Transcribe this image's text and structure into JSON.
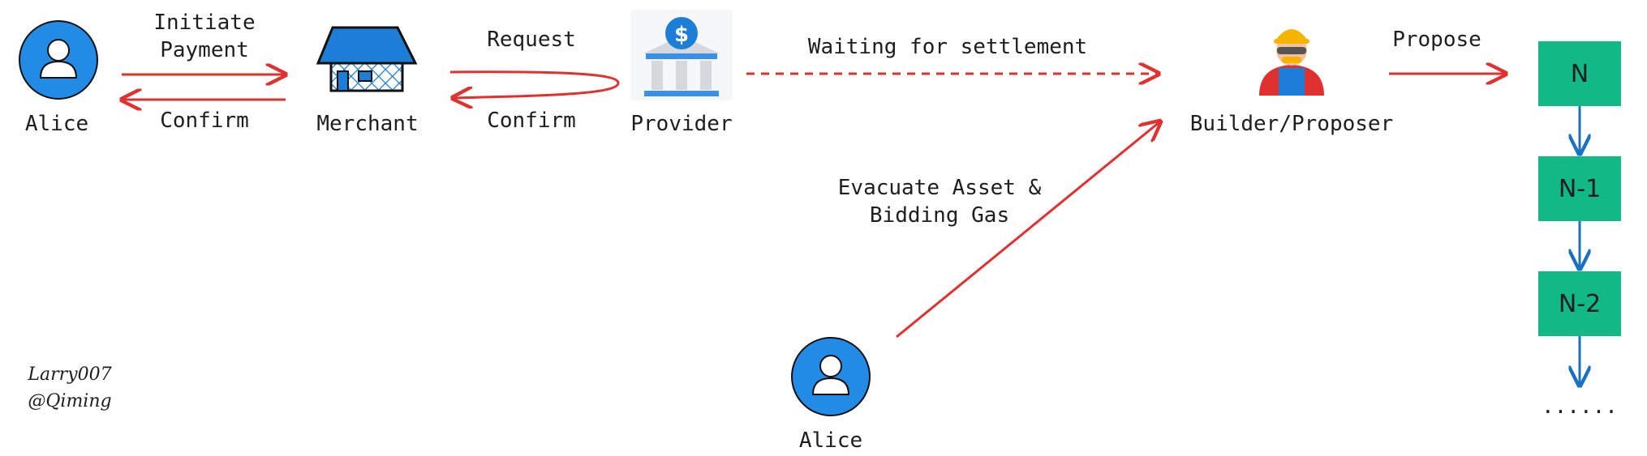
{
  "actors": {
    "alice_top": "Alice",
    "merchant": "Merchant",
    "provider": "Provider",
    "builder": "Builder/Proposer",
    "alice_bottom": "Alice"
  },
  "edges": {
    "initiate_payment_line1": "Initiate",
    "initiate_payment_line2": "Payment",
    "confirm_alice": "Confirm",
    "request": "Request",
    "confirm_merchant": "Confirm",
    "waiting": "Waiting for settlement",
    "evacuate_line1": "Evacuate Asset &",
    "evacuate_line2": "Bidding Gas",
    "propose": "Propose"
  },
  "blocks": {
    "n": "N",
    "n1": "N-1",
    "n2": "N-2",
    "ellipsis": "......"
  },
  "signature": {
    "line1": "Larry007",
    "line2": "@Qiming"
  },
  "icons": {
    "alice_top": "user-avatar-icon",
    "merchant": "store-icon",
    "provider": "bank-icon",
    "builder": "construction-worker-icon",
    "alice_bottom": "user-avatar-icon"
  },
  "colors": {
    "arrow_red": "#e03131",
    "arrow_blue": "#1971c2",
    "avatar_blue": "#228be6",
    "block_green": "#12b886",
    "merchant_blue": "#1c7ed6"
  }
}
